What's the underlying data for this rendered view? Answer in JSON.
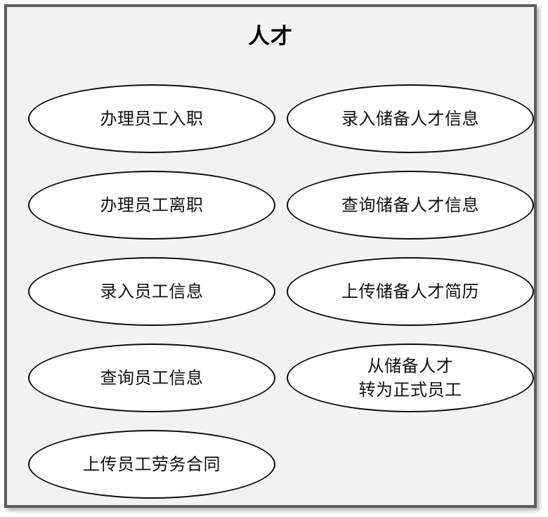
{
  "diagram": {
    "title": "人才",
    "frame_border_color": "#5e5e5e",
    "frame_fill_color": "#f2f2f2",
    "node_fill_color": "#ffffff",
    "node_stroke_color": "#0a0a0a",
    "left_column": [
      {
        "label": "办理员工入职"
      },
      {
        "label": "办理员工离职"
      },
      {
        "label": "录入员工信息"
      },
      {
        "label": "查询员工信息"
      },
      {
        "label": "上传员工劳务合同"
      }
    ],
    "right_column": [
      {
        "label": "录入储备人才信息"
      },
      {
        "label": "查询储备人才信息"
      },
      {
        "label": "上传储备人才简历"
      },
      {
        "label": "从储备人才\n转为正式员工"
      }
    ]
  }
}
